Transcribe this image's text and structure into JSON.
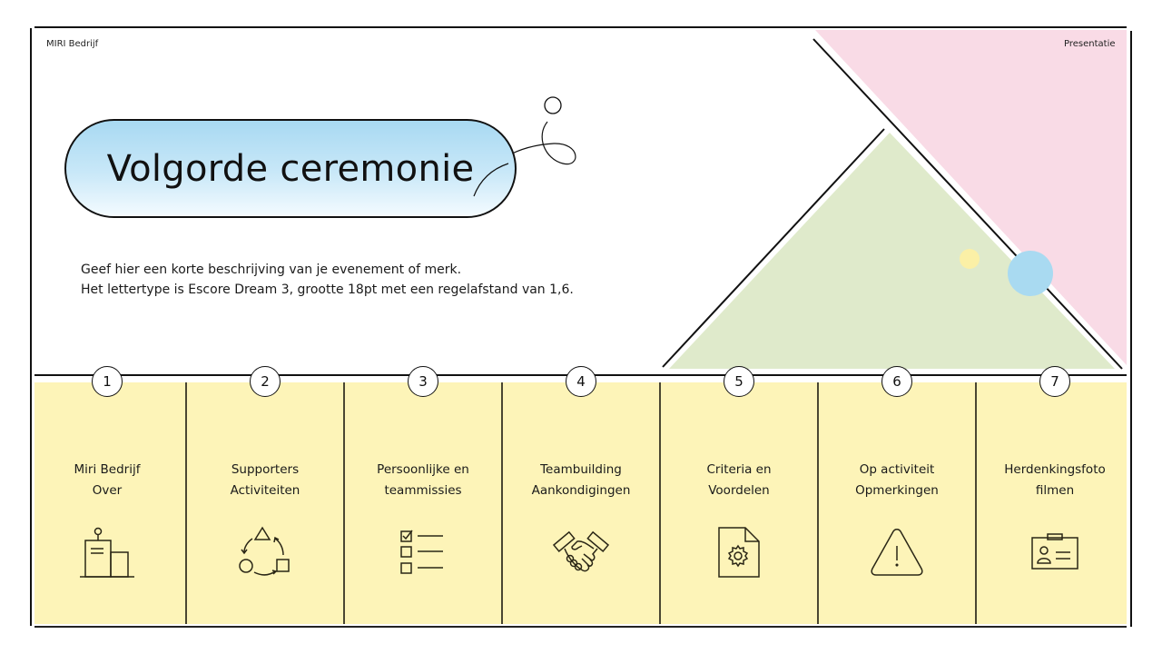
{
  "header": {
    "brand": "MIRI Bedrijf",
    "kind": "Presentatie"
  },
  "title": "Volgorde ceremonie",
  "description": {
    "line1": "Geef hier een korte beschrijving van je evenement of merk.",
    "line2": "Het lettertype is Escore Dream 3, grootte 18pt met een regelafstand van 1,6."
  },
  "colors": {
    "pill_gradient_top": "#a8d9f2",
    "pink": "#f9dbe6",
    "green": "#dfeacb",
    "yellow_panel": "#fdf4b8",
    "blue_dot": "#a9daf1",
    "yellow_dot": "#fbf0a6"
  },
  "steps": [
    {
      "number": "1",
      "line1": "Miri Bedrijf",
      "line2": "Over",
      "icon": "building-icon"
    },
    {
      "number": "2",
      "line1": "Supporters",
      "line2": "Activiteiten",
      "icon": "cycle-shapes-icon"
    },
    {
      "number": "3",
      "line1": "Persoonlijke en",
      "line2": "teammissies",
      "icon": "checklist-icon"
    },
    {
      "number": "4",
      "line1": "Teambuilding",
      "line2": "Aankondigingen",
      "icon": "handshake-icon"
    },
    {
      "number": "5",
      "line1": "Criteria en",
      "line2": "Voordelen",
      "icon": "document-gear-icon"
    },
    {
      "number": "6",
      "line1": "Op activiteit",
      "line2": "Opmerkingen",
      "icon": "warning-icon"
    },
    {
      "number": "7",
      "line1": "Herdenkingsfoto",
      "line2": "filmen",
      "icon": "id-badge-icon"
    }
  ]
}
